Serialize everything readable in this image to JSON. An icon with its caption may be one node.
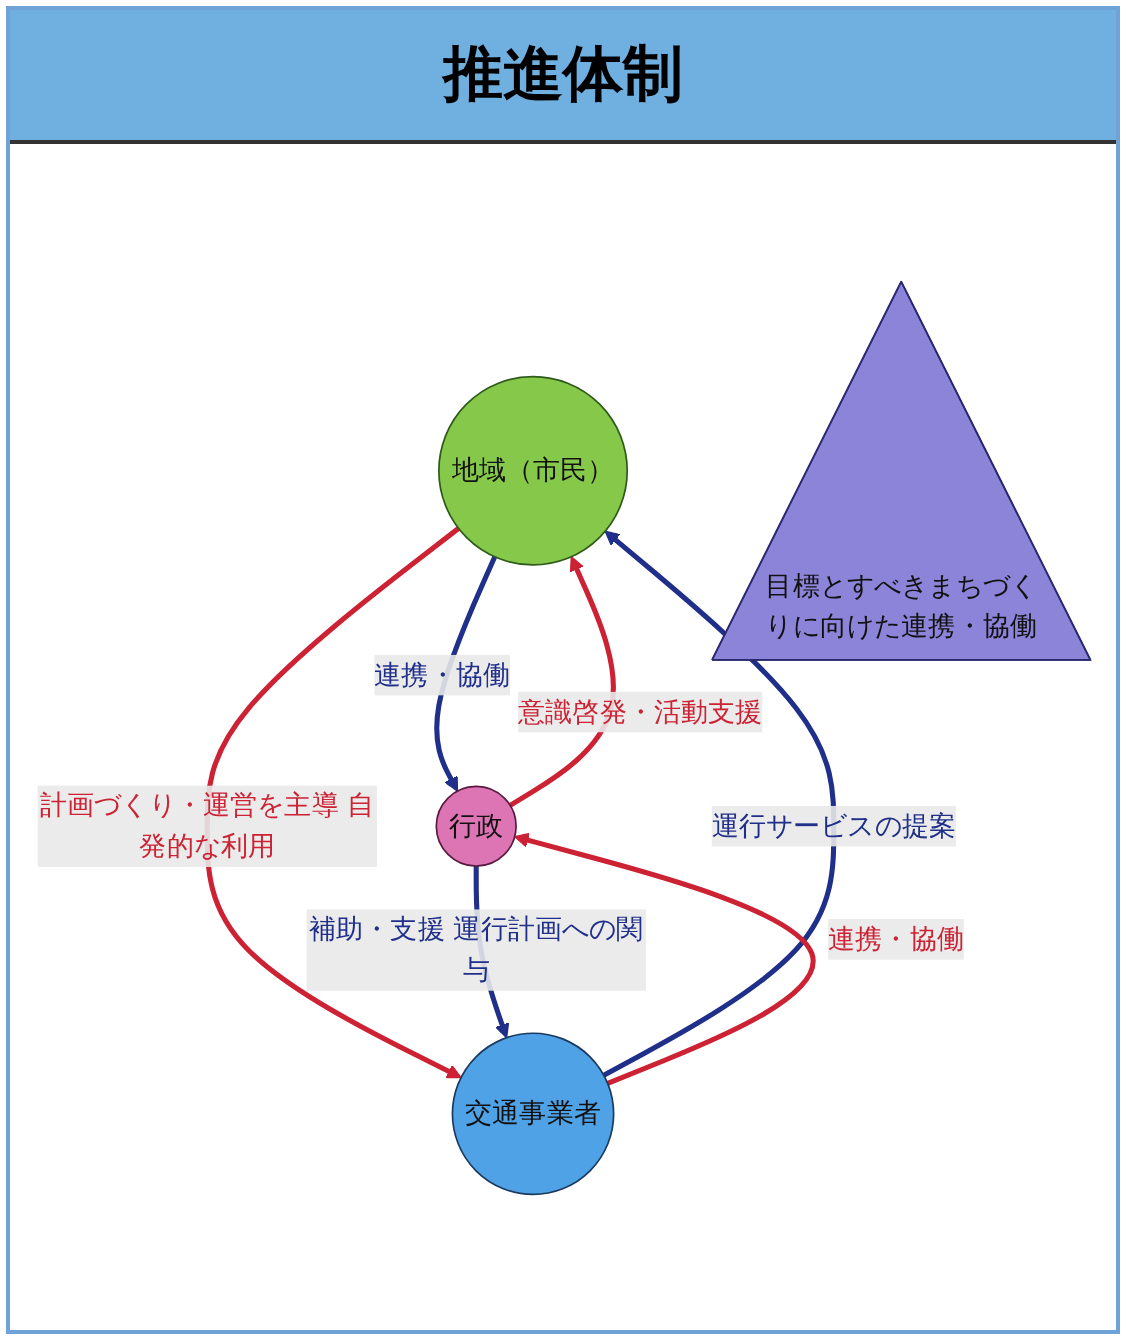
{
  "diagram": {
    "title": "推進体制",
    "nodes": [
      {
        "text": [
          "地域（市民）"
        ]
      },
      {
        "text": [
          "目標とすべきまちづくりに向けた連携・協働"
        ]
      },
      {
        "text": [
          "行政"
        ]
      },
      {
        "text": [
          "交通事業者"
        ]
      }
    ],
    "edges": [
      {
        "from": 2,
        "to": 0,
        "arrow": "to",
        "label": "意識啓発・活動支援",
        "color": "#cc2233"
      },
      {
        "from": 0,
        "to": 2,
        "arrow": "to",
        "label": "連携・協働",
        "color": "#1f2f8a"
      },
      {
        "from": 0,
        "to": 3,
        "arrow": "to",
        "label": "計画づくり・運営を主導 自発的な利用",
        "color": "#cc2233"
      },
      {
        "from": 3,
        "to": 0,
        "arrow": "to",
        "label": "運行サービスの提案",
        "color": "#1f2f8a"
      },
      {
        "from": 2,
        "to": 3,
        "arrow": "to",
        "label": "補助・支援 運行計画への関与",
        "color": "#1f2f8a"
      },
      {
        "from": 3,
        "to": 2,
        "arrow": "to",
        "label": "連携・協働",
        "color": "#cc2233"
      }
    ]
  }
}
